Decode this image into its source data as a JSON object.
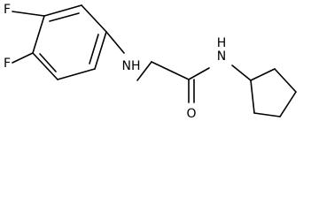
{
  "molecule": {
    "atoms": {
      "fluorine_top": "F",
      "fluorine_bottom": "F",
      "amine_nh": "NH",
      "amide_n": "N",
      "amide_h": "H",
      "carbonyl_o": "O"
    }
  }
}
